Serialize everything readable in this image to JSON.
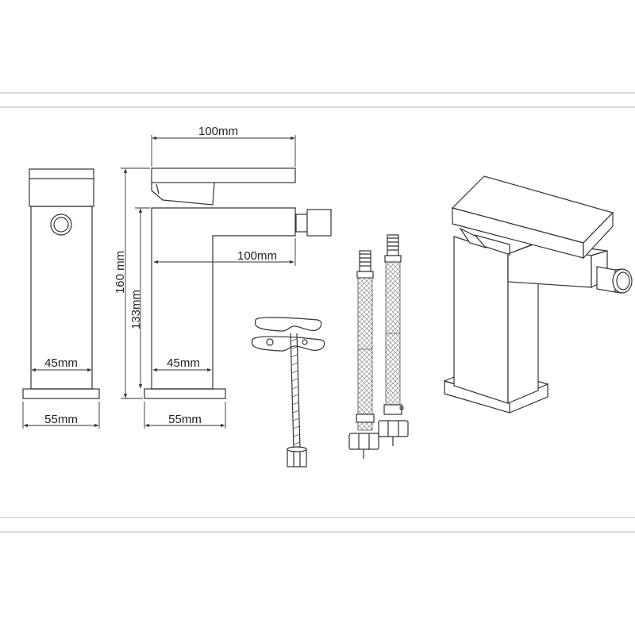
{
  "dimensions": {
    "top_width": "100mm",
    "total_height": "160 mm",
    "body_height": "133mm",
    "spout_reach": "100mm",
    "side_body_width": "45mm",
    "side_base_width": "55mm",
    "front_body_width": "45mm",
    "front_base_width": "55mm"
  },
  "colors": {
    "line": "#333333",
    "band": "#cfcfcf",
    "background": "#ffffff"
  }
}
